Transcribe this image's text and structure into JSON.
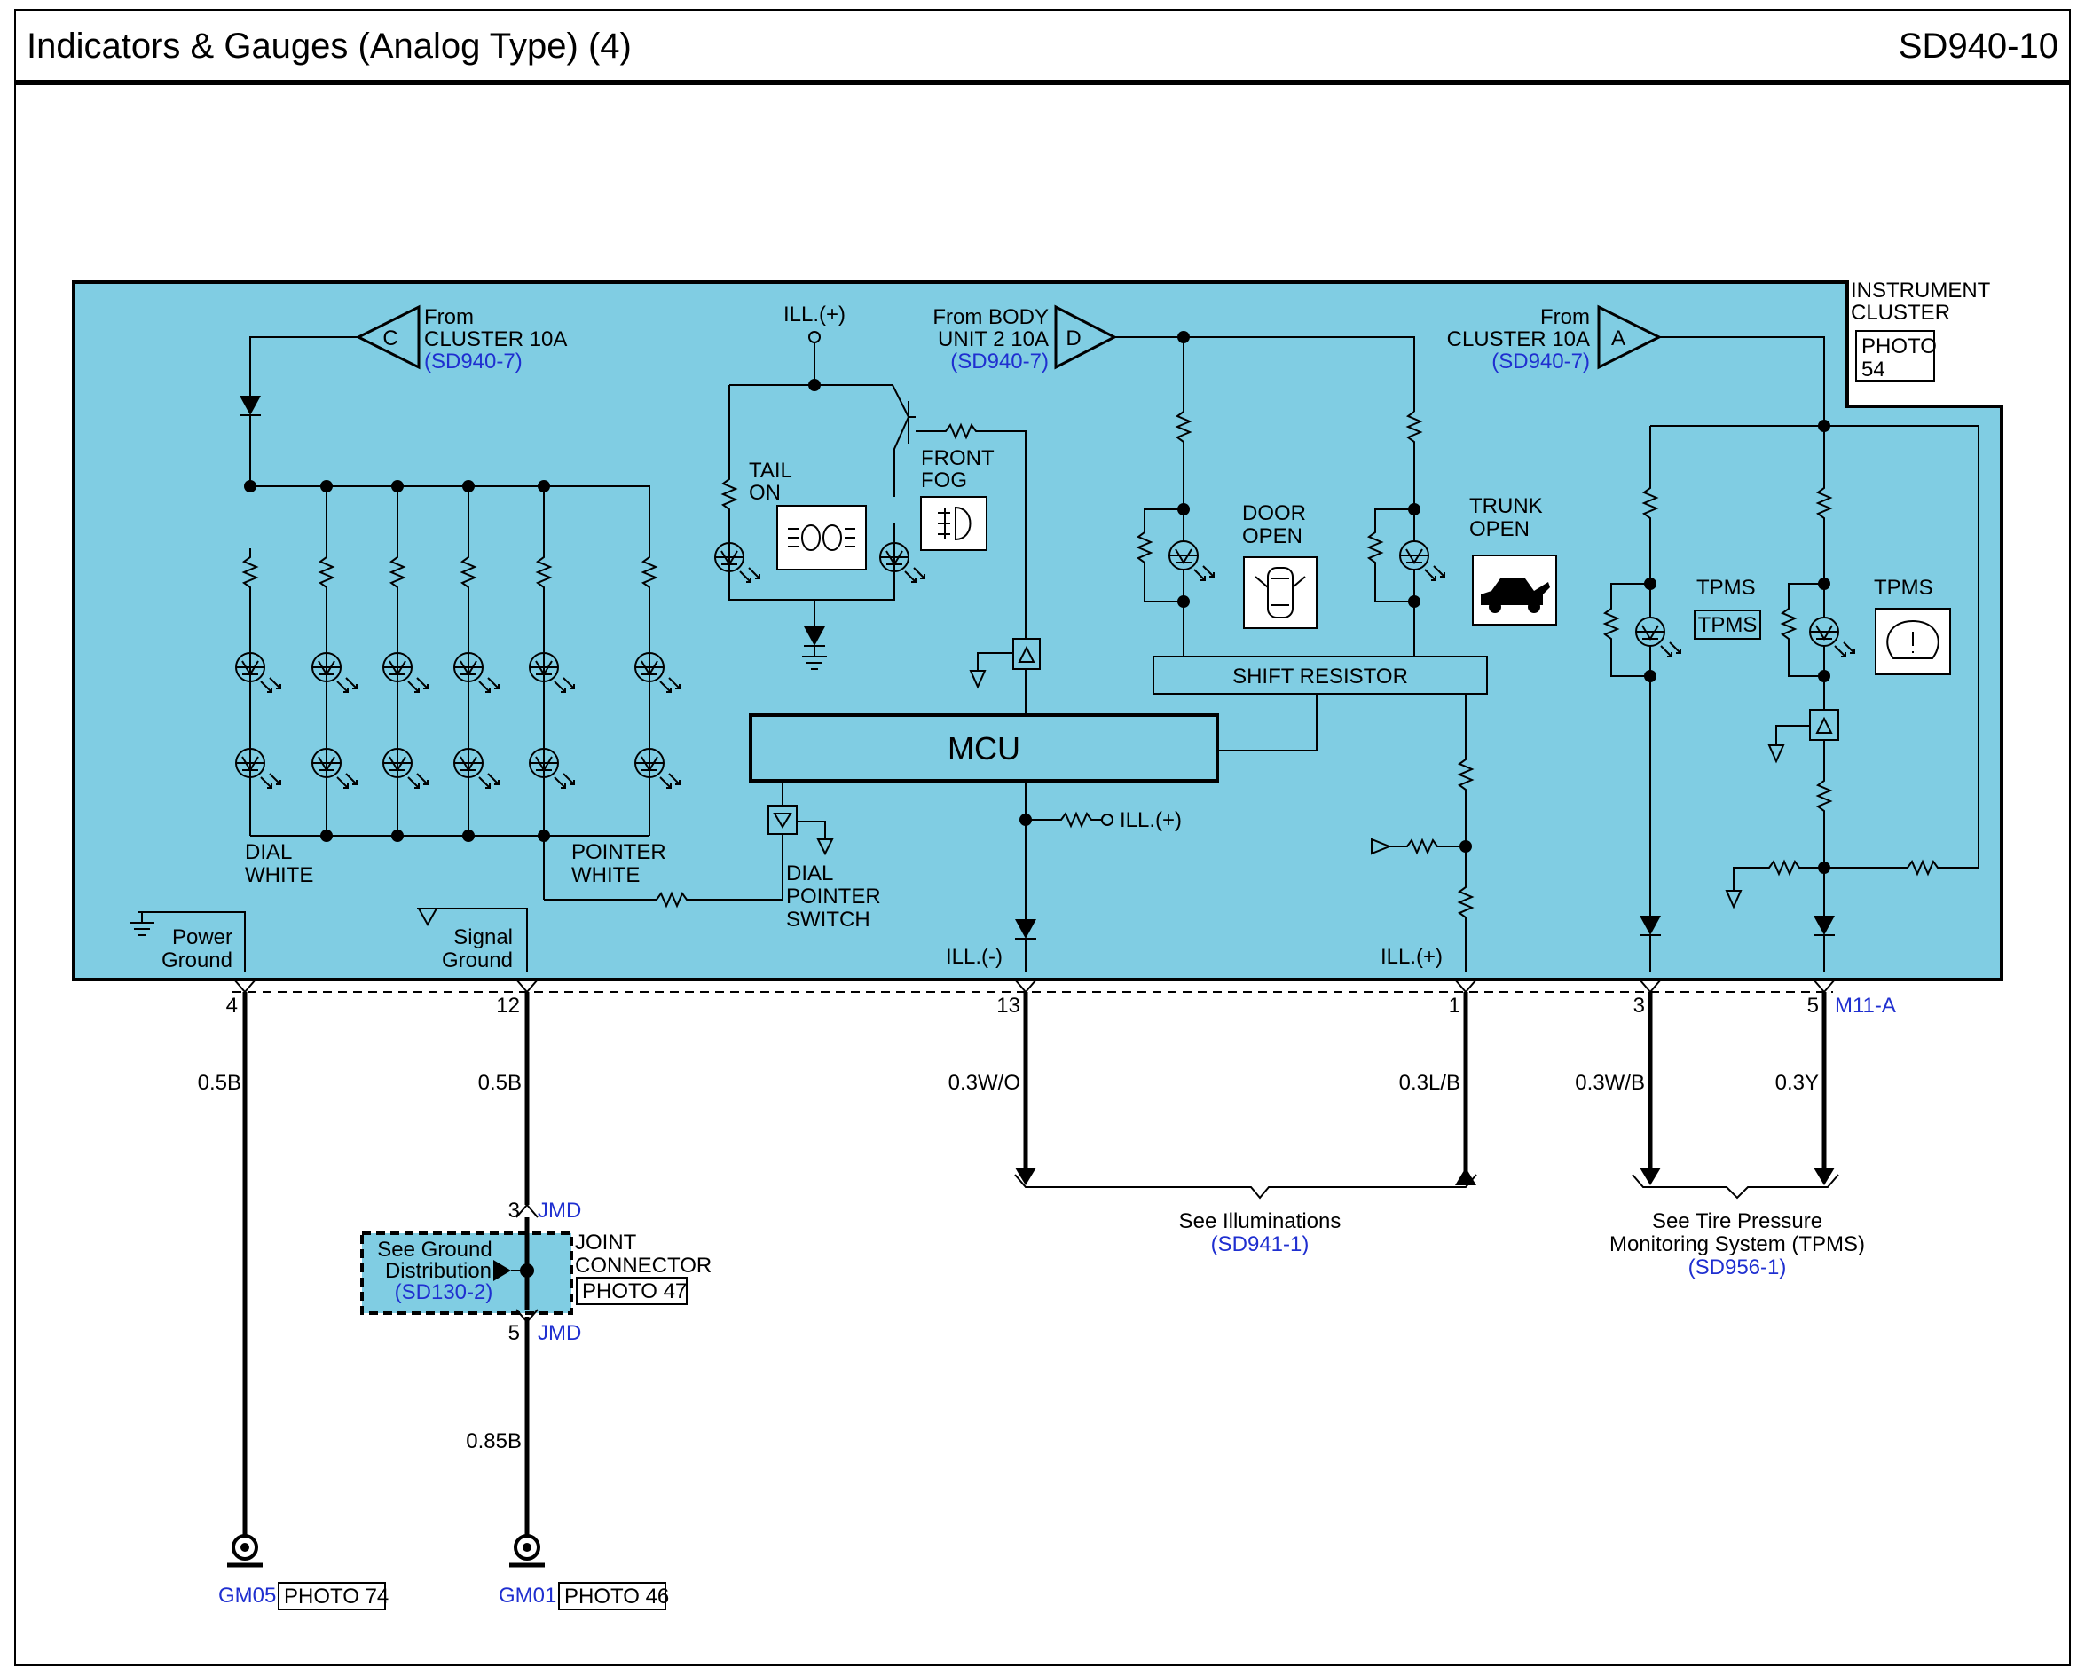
{
  "header": {
    "title": "Indicators & Gauges (Analog Type) (4)",
    "code": "SD940-10"
  },
  "cluster": {
    "name_line1": "INSTRUMENT",
    "name_line2": "CLUSTER",
    "photo_line1": "PHOTO",
    "photo_line2": "54",
    "fill_color": "#80cde3"
  },
  "feeds": {
    "c": {
      "letter": "C",
      "line1": "From",
      "line2": "CLUSTER 10A",
      "ref": "(SD940-7)"
    },
    "d": {
      "letter": "D",
      "line1": "From BODY",
      "line2": "UNIT 2 10A",
      "ref": "(SD940-7)"
    },
    "a": {
      "letter": "A",
      "line1": "From",
      "line2": "CLUSTER 10A",
      "ref": "(SD940-7)"
    }
  },
  "labels": {
    "ill_plus": "ILL.(+)",
    "ill_minus": "ILL.(-)",
    "tail_on_1": "TAIL",
    "tail_on_2": "ON",
    "front_fog_1": "FRONT",
    "front_fog_2": "FOG",
    "door_open_1": "DOOR",
    "door_open_2": "OPEN",
    "trunk_open_1": "TRUNK",
    "trunk_open_2": "OPEN",
    "tpms": "TPMS",
    "shift_resistor": "SHIFT RESISTOR",
    "mcu": "MCU",
    "dial_white_1": "DIAL",
    "dial_white_2": "WHITE",
    "pointer_white_1": "POINTER",
    "pointer_white_2": "WHITE",
    "dial_pointer_switch_1": "DIAL",
    "dial_pointer_switch_2": "POINTER",
    "dial_pointer_switch_3": "SWITCH",
    "power_ground_1": "Power",
    "power_ground_2": "Ground",
    "signal_ground_1": "Signal",
    "signal_ground_2": "Ground"
  },
  "connector": "M11-A",
  "pins": [
    {
      "pin": "4",
      "wire": "0.5B"
    },
    {
      "pin": "12",
      "wire": "0.5B"
    },
    {
      "pin": "13",
      "wire": "0.3W/O"
    },
    {
      "pin": "1",
      "wire": "0.3L/B"
    },
    {
      "pin": "3",
      "wire": "0.3W/B"
    },
    {
      "pin": "5",
      "wire": "0.3Y"
    }
  ],
  "joint": {
    "pin_top": "3",
    "pin_bottom": "5",
    "connector": "JMD",
    "see_1": "See Ground",
    "see_2": "Distribution",
    "see_ref": "(SD130-2)",
    "name_1": "JOINT",
    "name_2": "CONNECTOR",
    "photo": "PHOTO 47",
    "wire_below": "0.85B"
  },
  "grounds": [
    {
      "id": "GM05",
      "photo": "PHOTO 74"
    },
    {
      "id": "GM01",
      "photo": "PHOTO 46"
    }
  ],
  "refs": {
    "illuminations": {
      "text": "See Illuminations",
      "ref": "(SD941-1)"
    },
    "tpms": {
      "line1": "See Tire Pressure",
      "line2": "Monitoring System (TPMS)",
      "ref": "(SD956-1)"
    }
  }
}
